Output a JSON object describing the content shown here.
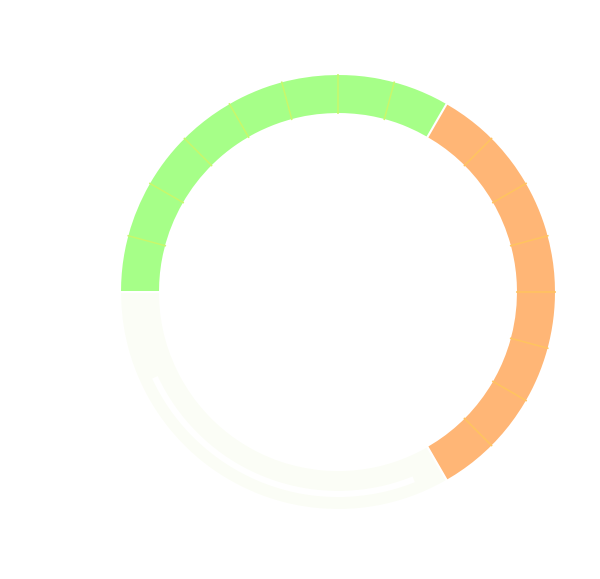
{
  "chart_data": {
    "type": "pie",
    "variant": "donut",
    "title": "",
    "start_angle_deg": 180,
    "direction": "clockwise",
    "slices": [
      {
        "name": "green",
        "value": 1,
        "color": "#a6ff88",
        "tick_color": "#c9f76a"
      },
      {
        "name": "orange",
        "value": 1,
        "color": "#ffb676",
        "tick_color": "#ffc45e"
      },
      {
        "name": "empty",
        "value": 1,
        "color": "#fbfdf6",
        "tick_color": null
      }
    ],
    "ticks_per_slice": 8
  }
}
